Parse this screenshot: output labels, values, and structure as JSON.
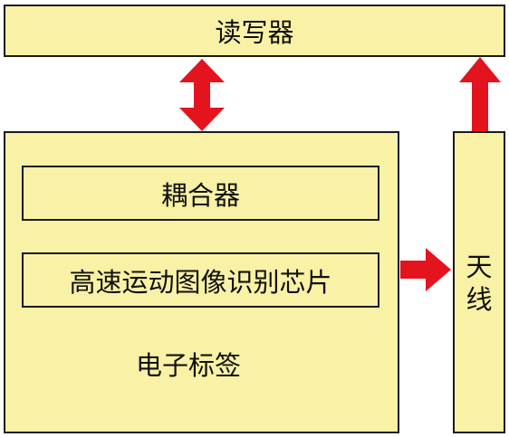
{
  "reader": {
    "label": "读写器"
  },
  "tag": {
    "label": "电子标签",
    "coupler_label": "耦合器",
    "chip_label": "高速运动图像识别芯片"
  },
  "antenna": {
    "label_line1": "天",
    "label_line2": "线"
  },
  "colors": {
    "box_fill": "#f9f1a5",
    "border": "#1a1a1a",
    "arrow": "#e3141e"
  }
}
